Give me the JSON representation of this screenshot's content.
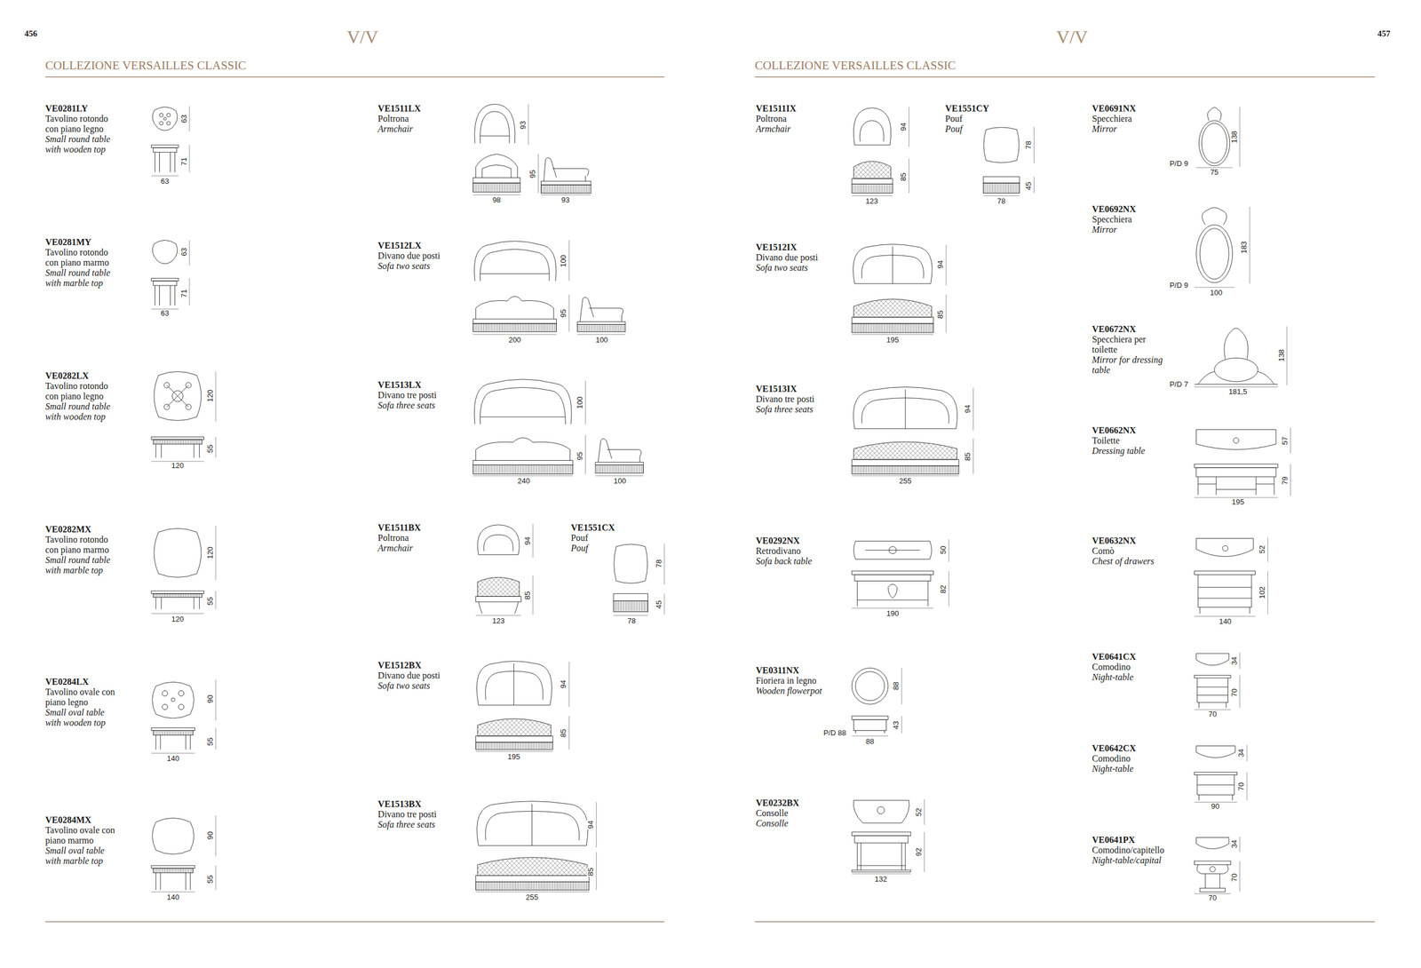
{
  "diagram": {
    "labels": [
      "456",
      "V/V",
      "COLLEZIONE VERSAILLES CLASSIC",
      "V/V",
      "457",
      "COLLEZIONE VERSAILLES CLASSIC",
      "VE0281LY",
      "Tavolino rotondo con piano legno",
      "Small round table with wooden top",
      "63",
      "71",
      "63",
      "VE0281MY",
      "Tavolino rotondo con piano marmo",
      "Small round table with marble top",
      "63",
      "71",
      "63",
      "VE0282LX",
      "Tavolino rotondo con piano legno",
      "Small round table with wooden top",
      "120",
      "55",
      "120",
      "VE0282MX",
      "Tavolino rotondo con piano marmo",
      "Small round table with marble top",
      "120",
      "55",
      "120",
      "VE0284LX",
      "Tavolino ovale con piano legno",
      "Small oval table with wooden top",
      "90",
      "55",
      "140",
      "VE0284MX",
      "Tavolino ovale con piano marmo",
      "Small oval table with marble top",
      "90",
      "55",
      "140",
      "VE1511LX",
      "Poltrona",
      "Armchair",
      "93",
      "95",
      "98",
      "93",
      "VE1512LX",
      "Divano due posti",
      "Sofa two seats",
      "100",
      "95",
      "200",
      "100",
      "VE1513LX",
      "Divano tre posti",
      "Sofa three seats",
      "100",
      "95",
      "240",
      "100",
      "VE1511BX",
      "Poltrona",
      "Armchair",
      "94",
      "85",
      "123",
      "VE1551CX",
      "Pouf",
      "Pouf",
      "78",
      "45",
      "78",
      "VE1512BX",
      "Divano due posti",
      "Sofa two seats",
      "94",
      "85",
      "195",
      "VE1513BX",
      "Divano tre posti",
      "Sofa three seats",
      "94",
      "85",
      "255",
      "VE1511IX",
      "Poltrona",
      "Armchair",
      "94",
      "85",
      "123",
      "VE1551CY",
      "Pouf",
      "Pouf",
      "78",
      "45",
      "78",
      "VE1512IX",
      "Divano due posti",
      "Sofa two seats",
      "94",
      "85",
      "195",
      "VE1513IX",
      "Divano tre posti",
      "Sofa three seats",
      "94",
      "85",
      "255",
      "VE0292NX",
      "Retrodivano",
      "Sofa back table",
      "50",
      "82",
      "190",
      "VE0311NX",
      "Fioriera in legno",
      "Wooden flowerpot",
      "88",
      "P/D 88",
      "43",
      "88",
      "VE0232BX",
      "Consolle",
      "Consolle",
      "52",
      "92",
      "132",
      "VE0691NX",
      "Specchiera",
      "Mirror",
      "138",
      "P/D 9",
      "75",
      "VE0692NX",
      "Specchiera",
      "Mirror",
      "183",
      "P/D 9",
      "100",
      "VE0672NX",
      "Specchiera per toilette",
      "Mirror for dressing table",
      "138",
      "P/D 7",
      "181,5",
      "VE0662NX",
      "Toilette",
      "Dressing table",
      "57",
      "79",
      "195",
      "VE0632NX",
      "Comò",
      "Chest of drawers",
      "52",
      "102",
      "140",
      "VE0641CX",
      "Comodino",
      "Night-table",
      "34",
      "70",
      "70",
      "VE0642CX",
      "Comodino",
      "Night-table",
      "34",
      "70",
      "90",
      "VE0641PX",
      "Comodino/capitello",
      "Night-table/capital",
      "34",
      "70",
      "70"
    ]
  }
}
